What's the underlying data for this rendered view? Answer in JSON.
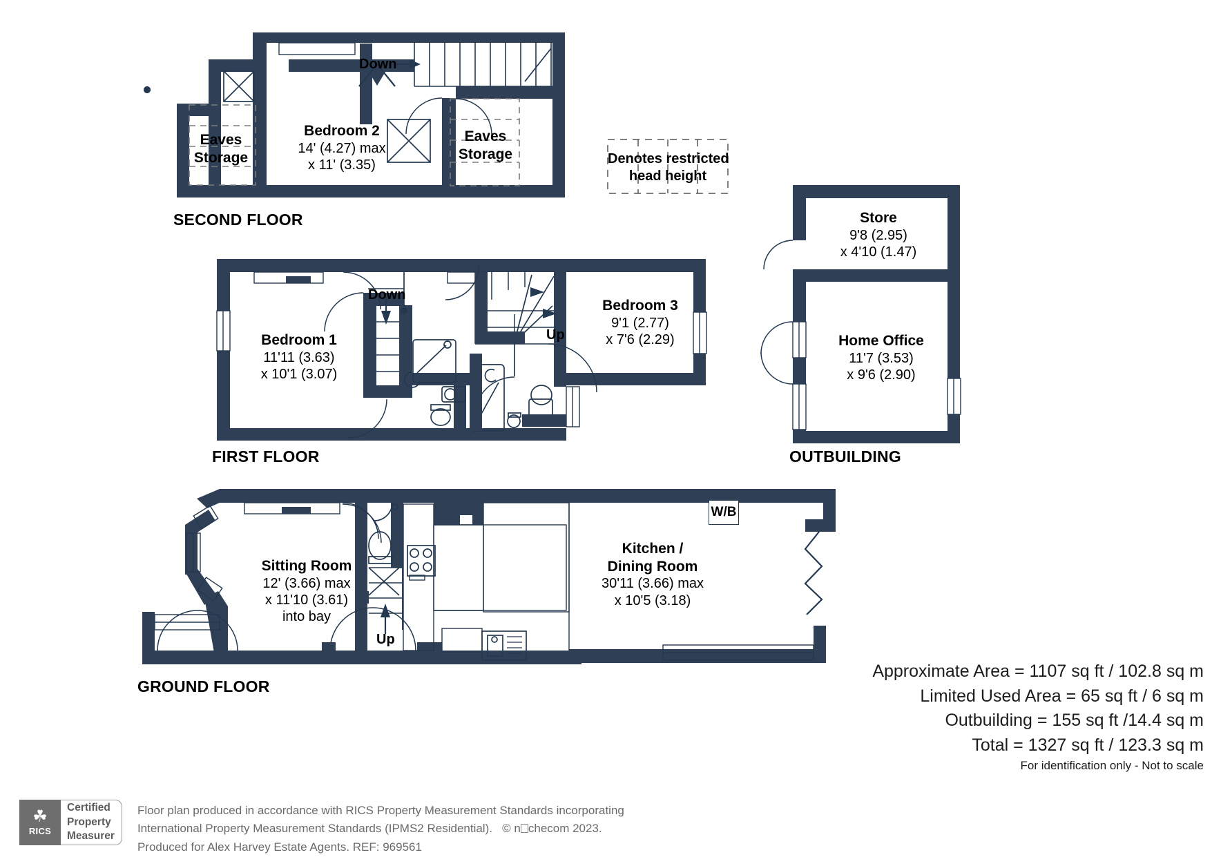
{
  "theme": {
    "wall": "#2f4056",
    "thin": "#1d2e40",
    "text": "#000000",
    "muted": "#6a6a6a",
    "rics_gray": "#6e6e6e"
  },
  "legend": {
    "line1": "Denotes restricted",
    "line2": "head height"
  },
  "floors": [
    {
      "id": "second",
      "title": "SECOND FLOOR",
      "rooms": [
        {
          "name": "Eaves\nStorage",
          "dim1": "",
          "dim2": "",
          "dim3": ""
        },
        {
          "name": "Bedroom 2",
          "dim1": "14' (4.27) max",
          "dim2": "x 11' (3.35)",
          "dim3": ""
        },
        {
          "name": "Eaves\nStorage",
          "dim1": "",
          "dim2": "",
          "dim3": ""
        }
      ],
      "markers": [
        {
          "label": "Down"
        }
      ]
    },
    {
      "id": "first",
      "title": "FIRST FLOOR",
      "rooms": [
        {
          "name": "Bedroom 1",
          "dim1": "11'11 (3.63)",
          "dim2": "x 10'1 (3.07)",
          "dim3": ""
        },
        {
          "name": "Bedroom 3",
          "dim1": "9'1 (2.77)",
          "dim2": "x 7'6 (2.29)",
          "dim3": ""
        }
      ],
      "markers": [
        {
          "label": "Down"
        },
        {
          "label": "Up"
        }
      ]
    },
    {
      "id": "outbuilding",
      "title": "OUTBUILDING",
      "rooms": [
        {
          "name": "Store",
          "dim1": "9'8 (2.95)",
          "dim2": "x 4'10 (1.47)",
          "dim3": ""
        },
        {
          "name": "Home Office",
          "dim1": "11'7 (3.53)",
          "dim2": "x 9'6 (2.90)",
          "dim3": ""
        }
      ],
      "markers": []
    },
    {
      "id": "ground",
      "title": "GROUND FLOOR",
      "rooms": [
        {
          "name": "Sitting Room",
          "dim1": "12' (3.66) max",
          "dim2": "x 11'10 (3.61)",
          "dim3": "into bay"
        },
        {
          "name": "Kitchen /\nDining Room",
          "dim1": "30'11 (3.66) max",
          "dim2": "x 10'5 (3.18)",
          "dim3": ""
        }
      ],
      "markers": [
        {
          "label": "Up"
        }
      ],
      "fixtures": [
        {
          "label": "W/B"
        }
      ]
    }
  ],
  "labels": {
    "second_floor_title": "SECOND FLOOR",
    "first_floor_title": "FIRST FLOOR",
    "outbuilding_title": "OUTBUILDING",
    "ground_floor_title": "GROUND FLOOR",
    "bedroom2_name": "Bedroom 2",
    "bedroom2_dim1": "14' (4.27) max",
    "bedroom2_dim2": "x 11' (3.35)",
    "eaves_left_l1": "Eaves",
    "eaves_left_l2": "Storage",
    "eaves_right_l1": "Eaves",
    "eaves_right_l2": "Storage",
    "down_second": "Down",
    "bedroom1_name": "Bedroom 1",
    "bedroom1_dim1": "11'11 (3.63)",
    "bedroom1_dim2": "x 10'1 (3.07)",
    "bedroom3_name": "Bedroom 3",
    "bedroom3_dim1": "9'1 (2.77)",
    "bedroom3_dim2": "x 7'6 (2.29)",
    "down_first": "Down",
    "up_first": "Up",
    "store_name": "Store",
    "store_dim1": "9'8 (2.95)",
    "store_dim2": "x 4'10 (1.47)",
    "office_name": "Home Office",
    "office_dim1": "11'7 (3.53)",
    "office_dim2": "x 9'6 (2.90)",
    "sitting_name": "Sitting Room",
    "sitting_dim1": "12' (3.66) max",
    "sitting_dim2": "x 11'10 (3.61)",
    "sitting_dim3": "into bay",
    "kitchen_l1": "Kitchen /",
    "kitchen_l2": "Dining Room",
    "kitchen_dim1": "30'11 (3.66) max",
    "kitchen_dim2": "x 10'5 (3.18)",
    "up_ground": "Up",
    "wb": "W/B"
  },
  "areas": {
    "approximate": "Approximate Area = 1107 sq ft / 102.8 sq m",
    "limited": "Limited Used Area = 65 sq ft / 6 sq m",
    "outbuilding": "Outbuilding = 155 sq ft /14.4 sq m",
    "total": "Total = 1327 sq ft / 123.3 sq m",
    "disclaimer": "For identification only - Not to scale"
  },
  "footer": {
    "rics_logo_text": "RICS",
    "cert_l1": "Certified",
    "cert_l2": "Property",
    "cert_l3": "Measurer",
    "line1": "Floor plan produced in accordance with RICS Property Measurement Standards incorporating",
    "line2a": "International Property Measurement Standards (IPMS2 Residential).",
    "line2b": "© n",
    "line2c": "checom 2023.",
    "line3": "Produced for Alex Harvey Estate Agents.   REF:  969561"
  }
}
